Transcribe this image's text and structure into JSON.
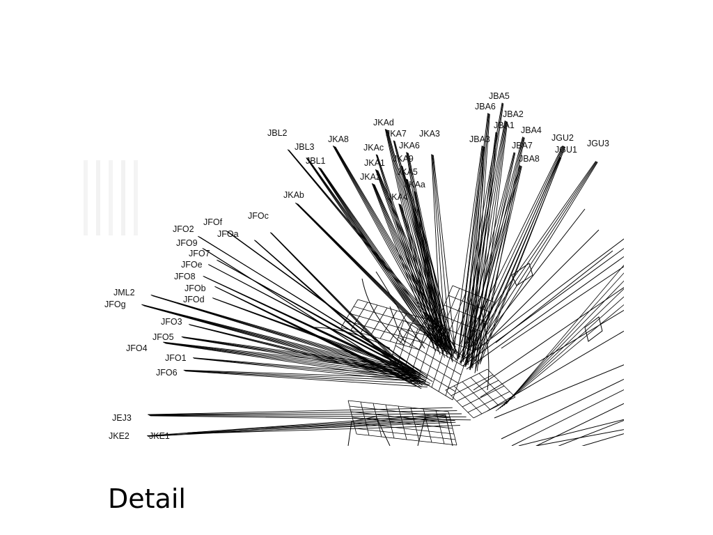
{
  "figure": {
    "labels": [
      "JBA5",
      "JBA6",
      "JBA2",
      "JBA1",
      "JBA4",
      "JBA3",
      "JBA7",
      "JBA8",
      "JGU2",
      "JGU1",
      "JGU3",
      "JKAd",
      "JKA7",
      "JKA3",
      "JKA8",
      "JKAc",
      "JKA6",
      "JKA1",
      "JKA9",
      "JKA5",
      "JKA2",
      "JKAa",
      "JKA4",
      "JKAb",
      "JBL2",
      "JBL3",
      "JBL1",
      "JFOc",
      "JFOf",
      "JFO2",
      "JFOa",
      "JFO9",
      "JFO7",
      "JFOe",
      "JFO8",
      "JFOb",
      "JFOd",
      "JML2",
      "JFOg",
      "JFO3",
      "JFO5",
      "JFO4",
      "JFO1",
      "JFO6",
      "JEJ3",
      "JKE2",
      "JKE1"
    ],
    "line_color": "#000000"
  },
  "caption": {
    "text": "Detail"
  }
}
